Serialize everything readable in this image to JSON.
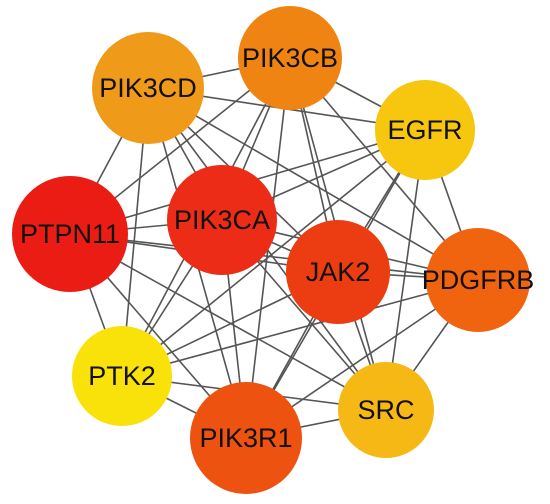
{
  "network": {
    "nodes": [
      {
        "id": "PIK3CD",
        "label": "PIK3CD",
        "color": "#f09a1a"
      },
      {
        "id": "PIK3CB",
        "label": "PIK3CB",
        "color": "#f08412"
      },
      {
        "id": "EGFR",
        "label": "EGFR",
        "color": "#f6c70e"
      },
      {
        "id": "PTPN11",
        "label": "PTPN11",
        "color": "#ea1c14"
      },
      {
        "id": "PIK3CA",
        "label": "PIK3CA",
        "color": "#ec2c16"
      },
      {
        "id": "JAK2",
        "label": "JAK2",
        "color": "#ec3c12"
      },
      {
        "id": "PDGFRB",
        "label": "PDGFRB",
        "color": "#f0640f"
      },
      {
        "id": "PTK2",
        "label": "PTK2",
        "color": "#f8e20a"
      },
      {
        "id": "SRC",
        "label": "SRC",
        "color": "#f6b814"
      },
      {
        "id": "PIK3R1",
        "label": "PIK3R1",
        "color": "#ee5210"
      }
    ],
    "edges": [
      [
        "PIK3CD",
        "PIK3CB"
      ],
      [
        "PIK3CD",
        "EGFR"
      ],
      [
        "PIK3CD",
        "PTPN11"
      ],
      [
        "PIK3CD",
        "PIK3CA"
      ],
      [
        "PIK3CD",
        "JAK2"
      ],
      [
        "PIK3CD",
        "PDGFRB"
      ],
      [
        "PIK3CD",
        "PTK2"
      ],
      [
        "PIK3CD",
        "SRC"
      ],
      [
        "PIK3CD",
        "PIK3R1"
      ],
      [
        "PIK3CB",
        "EGFR"
      ],
      [
        "PIK3CB",
        "PTPN11"
      ],
      [
        "PIK3CB",
        "PIK3CA"
      ],
      [
        "PIK3CB",
        "JAK2"
      ],
      [
        "PIK3CB",
        "PDGFRB"
      ],
      [
        "PIK3CB",
        "PTK2"
      ],
      [
        "PIK3CB",
        "SRC"
      ],
      [
        "PIK3CB",
        "PIK3R1"
      ],
      [
        "EGFR",
        "PTPN11"
      ],
      [
        "EGFR",
        "PIK3CA"
      ],
      [
        "EGFR",
        "JAK2"
      ],
      [
        "EGFR",
        "PDGFRB"
      ],
      [
        "EGFR",
        "PTK2"
      ],
      [
        "EGFR",
        "SRC"
      ],
      [
        "EGFR",
        "PIK3R1"
      ],
      [
        "PTPN11",
        "PIK3CA"
      ],
      [
        "PTPN11",
        "JAK2"
      ],
      [
        "PTPN11",
        "PDGFRB"
      ],
      [
        "PTPN11",
        "PTK2"
      ],
      [
        "PTPN11",
        "SRC"
      ],
      [
        "PTPN11",
        "PIK3R1"
      ],
      [
        "PIK3CA",
        "JAK2"
      ],
      [
        "PIK3CA",
        "PDGFRB"
      ],
      [
        "PIK3CA",
        "PTK2"
      ],
      [
        "PIK3CA",
        "SRC"
      ],
      [
        "PIK3CA",
        "PIK3R1"
      ],
      [
        "JAK2",
        "PDGFRB"
      ],
      [
        "JAK2",
        "PTK2"
      ],
      [
        "JAK2",
        "SRC"
      ],
      [
        "JAK2",
        "PIK3R1"
      ],
      [
        "PDGFRB",
        "PTK2"
      ],
      [
        "PDGFRB",
        "SRC"
      ],
      [
        "PDGFRB",
        "PIK3R1"
      ],
      [
        "PTK2",
        "SRC"
      ],
      [
        "PTK2",
        "PIK3R1"
      ],
      [
        "SRC",
        "PIK3R1"
      ]
    ]
  }
}
